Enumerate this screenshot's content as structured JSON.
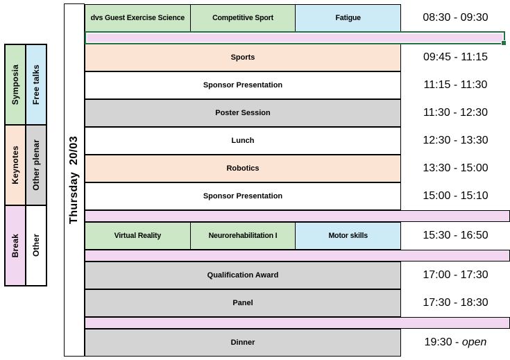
{
  "palette": {
    "green": "#cbe7c6",
    "blue": "#cdeaf7",
    "peach": "#fce4d5",
    "gray": "#d4d4d4",
    "pink": "#f1d7f0",
    "white": "#ffffff",
    "selection_green": "#217346",
    "border_black": "#000000"
  },
  "legend": {
    "rows": [
      [
        {
          "label": "Symposia",
          "color": "green"
        },
        {
          "label": "Free talks",
          "color": "blue"
        }
      ],
      [
        {
          "label": "Keynotes",
          "color": "peach"
        },
        {
          "label": "Other plenar",
          "color": "gray"
        }
      ],
      [
        {
          "label": "Break",
          "color": "pink"
        },
        {
          "label": "Other",
          "color": "white"
        }
      ]
    ]
  },
  "day_label": "Thursday  20/03",
  "schedule": {
    "rows": [
      {
        "type": "sessions",
        "time": "08:30 - 09:30",
        "cells": [
          {
            "label": "dvs Guest Exercise Science",
            "color": "green"
          },
          {
            "label": "Competitive Sport",
            "color": "green"
          },
          {
            "label": "Fatigue",
            "color": "blue"
          }
        ]
      },
      {
        "type": "break",
        "selected": true
      },
      {
        "type": "single",
        "time": "09:45 - 11:15",
        "label": "Sports",
        "color": "peach"
      },
      {
        "type": "single",
        "time": "11:15 - 11:30",
        "label": "Sponsor Presentation",
        "color": "white"
      },
      {
        "type": "single",
        "time": "11:30 - 12:30",
        "label": "Poster Session",
        "color": "gray"
      },
      {
        "type": "single",
        "time": "12:30 - 13:30",
        "label": "Lunch",
        "color": "white"
      },
      {
        "type": "single",
        "time": "13:30 - 15:00",
        "label": "Robotics",
        "color": "peach"
      },
      {
        "type": "single",
        "time": "15:00 - 15:10",
        "label": "Sponsor Presentation",
        "color": "white"
      },
      {
        "type": "break",
        "selected": false
      },
      {
        "type": "sessions",
        "time": "15:30 - 16:50",
        "cells": [
          {
            "label": "Virtual Reality",
            "color": "green"
          },
          {
            "label": "Neurorehabilitation I",
            "color": "green"
          },
          {
            "label": "Motor skills",
            "color": "blue"
          }
        ]
      },
      {
        "type": "break",
        "selected": false
      },
      {
        "type": "single",
        "time": "17:00 - 17:30",
        "label": "Qualification Award",
        "color": "gray"
      },
      {
        "type": "single",
        "time": "17:30 - 18:30",
        "label": "Panel",
        "color": "gray"
      },
      {
        "type": "break",
        "selected": false
      },
      {
        "type": "single",
        "time": "19:30 - ",
        "time_italic": "open",
        "label": "Dinner",
        "color": "gray"
      }
    ]
  }
}
